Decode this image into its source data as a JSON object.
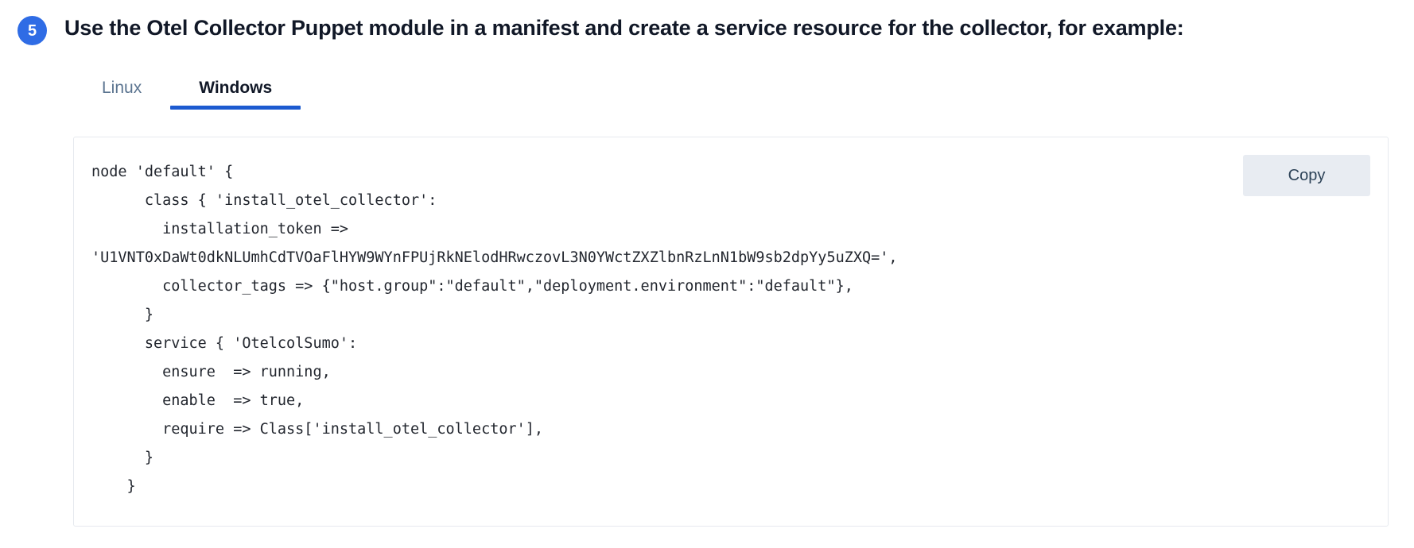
{
  "step": {
    "number": "5",
    "title": "Use the Otel Collector Puppet module in a manifest and create a service resource for the collector, for example:"
  },
  "tabs": {
    "items": [
      {
        "label": "Linux",
        "active": false
      },
      {
        "label": "Windows",
        "active": true
      }
    ],
    "active_index": 1
  },
  "code_block": {
    "language": "puppet",
    "copy_label": "Copy",
    "lines": [
      "node 'default' {",
      "      class { 'install_otel_collector':",
      "        installation_token =>",
      "'U1VNT0xDaWt0dkNLUmhCdTVOaFlHYW9WYnFPUjRkNElodHRwczovL3N0YWctZXZlbnRzLnN1bW9sb2dpYy5uZXQ=',",
      "        collector_tags => {\"host.group\":\"default\",\"deployment.environment\":\"default\"},",
      "      }",
      "      service { 'OtelcolSumo':",
      "        ensure  => running,",
      "        enable  => true,",
      "        require => Class['install_otel_collector'],",
      "      }",
      "    }"
    ],
    "text": "node 'default' {\n      class { 'install_otel_collector':\n        installation_token =>\n'U1VNT0xDaWt0dkNLUmhCdTVOaFlHYW9WYnFPUjRkNElodHRwczovL3N0YWctZXZlbnRzLnN1bW9sb2dpYy5uZXQ=',\n        collector_tags => {\"host.group\":\"default\",\"deployment.environment\":\"default\"},\n      }\n      service { 'OtelcolSumo':\n        ensure  => running,\n        enable  => true,\n        require => Class['install_otel_collector'],\n      }\n    }"
  },
  "colors": {
    "badge_blue": "#2f6ce5",
    "tab_underline_blue": "#1c5ad0",
    "tab_inactive": "#5b7490",
    "heading": "#111827",
    "code_text": "#23272f",
    "code_border": "#e6e9ef",
    "copy_bg": "#e8ecf2",
    "copy_text": "#2c4257"
  }
}
